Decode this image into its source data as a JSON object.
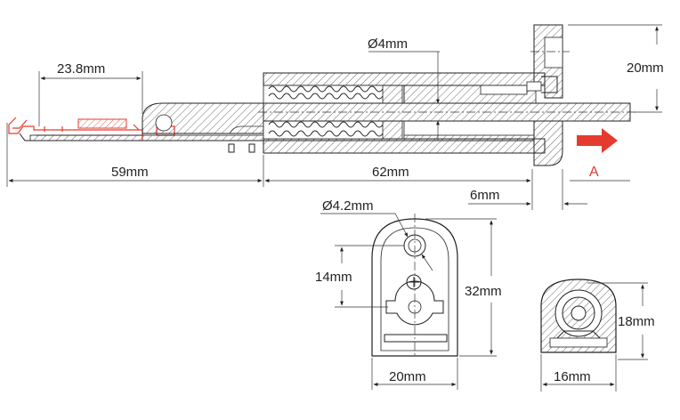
{
  "dimensions": {
    "bolt_diameter": "Ø4mm",
    "flange_height": "20mm",
    "latch_length": "23.8mm",
    "latch_offset": "59mm",
    "housing_length": "62mm",
    "flange_thickness": "6mm",
    "hole_diameter": "Ø4.2mm",
    "hole_spacing": "14mm",
    "plate_height": "32mm",
    "plate_width": "20mm",
    "end_height": "18mm",
    "end_width": "16mm"
  },
  "direction_label": "A",
  "colors": {
    "line": "#222222",
    "latch": "#e53b2f",
    "arrow": "#e53b2f"
  }
}
